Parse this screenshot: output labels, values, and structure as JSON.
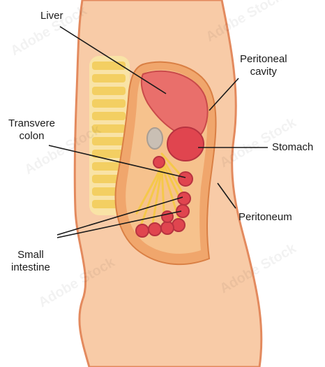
{
  "labels": {
    "liver": "Liver",
    "peritoneal_cavity": [
      "Peritoneal",
      "cavity"
    ],
    "transverse_colon": [
      "Transvere",
      "colon"
    ],
    "stomach": "Stomach",
    "peritoneum": "Peritoneum",
    "small_intestine": [
      "Small",
      "intestine"
    ]
  },
  "watermark": "Adobe Stock",
  "colors": {
    "skin": "#f8cba7",
    "skin_outline": "#e38a5e",
    "peritoneum": "#f0a66c",
    "cavity": "#f6c28d",
    "liver": "#e96f6b",
    "organ_red": "#e0454f",
    "mesentery": "#f5c84a",
    "spine": "#f7dc83"
  }
}
